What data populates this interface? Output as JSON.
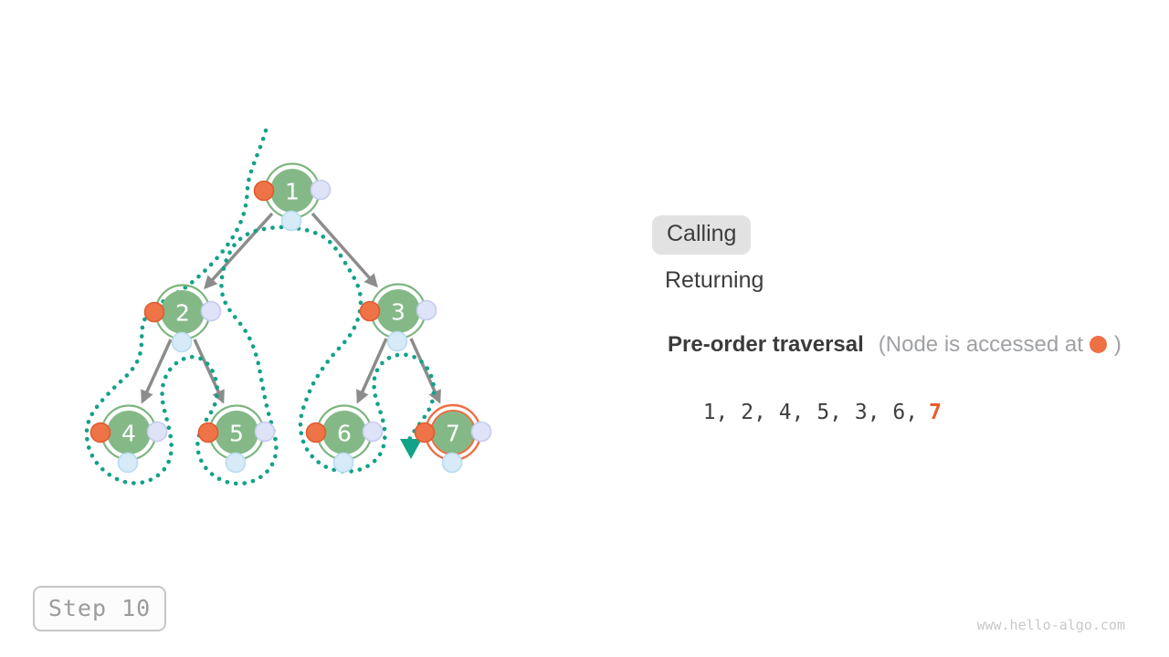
{
  "tree": {
    "nodes": [
      {
        "label": "1",
        "accessed": true
      },
      {
        "label": "2",
        "accessed": true
      },
      {
        "label": "3",
        "accessed": true
      },
      {
        "label": "4",
        "accessed": true
      },
      {
        "label": "5",
        "accessed": true
      },
      {
        "label": "6",
        "accessed": true
      },
      {
        "label": "7",
        "accessed": true,
        "highlighted": true
      }
    ],
    "edges": [
      [
        "1",
        "2"
      ],
      [
        "1",
        "3"
      ],
      [
        "2",
        "4"
      ],
      [
        "2",
        "5"
      ],
      [
        "3",
        "6"
      ],
      [
        "3",
        "7"
      ]
    ],
    "current_node": "7"
  },
  "legend": {
    "calling": "Calling",
    "returning": "Returning",
    "active_state": "Calling"
  },
  "traversal": {
    "title": "Pre-order traversal",
    "note_prefix": "(Node is accessed at",
    "note_suffix": ")",
    "visited": "1, 2, 4, 5, 3, 6,",
    "current": "7",
    "sequence": [
      "1",
      "2",
      "4",
      "5",
      "3",
      "6",
      "7"
    ]
  },
  "step": {
    "label": "Step 10"
  },
  "watermark": "www.hello-algo.com",
  "colors": {
    "node_fill": "#84b987",
    "node_ring": "#7cb57f",
    "highlight_ring": "#ed6e45",
    "access_dot": "#ee7448",
    "right_dot": "#dfe3f8",
    "bottom_dot": "#d6eaf8",
    "path_teal": "#12a287",
    "edge_gray": "#8c8c8c",
    "sequence_current": "#e85d28"
  }
}
